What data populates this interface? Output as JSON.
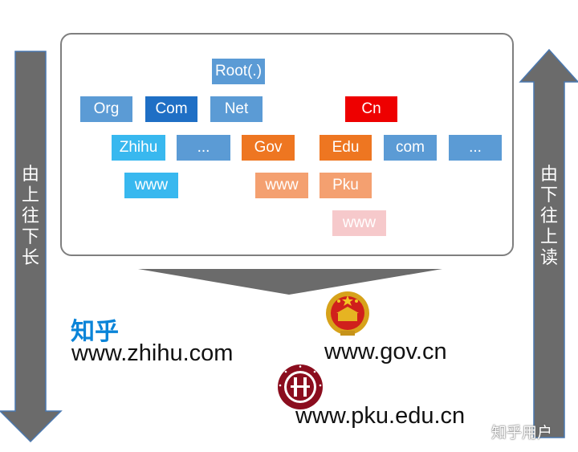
{
  "tree": {
    "root": "Root(.)",
    "level1": [
      "Org",
      "Com",
      "Net",
      "Cn"
    ],
    "com_children": [
      "Zhihu",
      "..."
    ],
    "zhihu_children": [
      "www"
    ],
    "cn_children": [
      "Gov",
      "Edu",
      "com",
      "..."
    ],
    "gov_children": [
      "www"
    ],
    "edu_children": [
      "Pku"
    ],
    "pku_children": [
      "www"
    ]
  },
  "side": {
    "left_label": "由上往下长",
    "right_label": "由下往上读"
  },
  "examples": {
    "zhihu_logo": "知乎",
    "zhihu_url": "www.zhihu.com",
    "gov_url": "www.gov.cn",
    "pku_url": "www.pku.edu.cn"
  },
  "watermark": "知乎用户",
  "colors": {
    "blue_node": "#5b9bd5",
    "dark_blue_node": "#1f6fc5",
    "cyan_node": "#38b8ef",
    "red_node": "#ee0000",
    "orange_node": "#ee7621",
    "light_orange_node": "#f4a070",
    "pink_node": "#f6c9cb",
    "arrow_gray": "#6b6b6b"
  }
}
